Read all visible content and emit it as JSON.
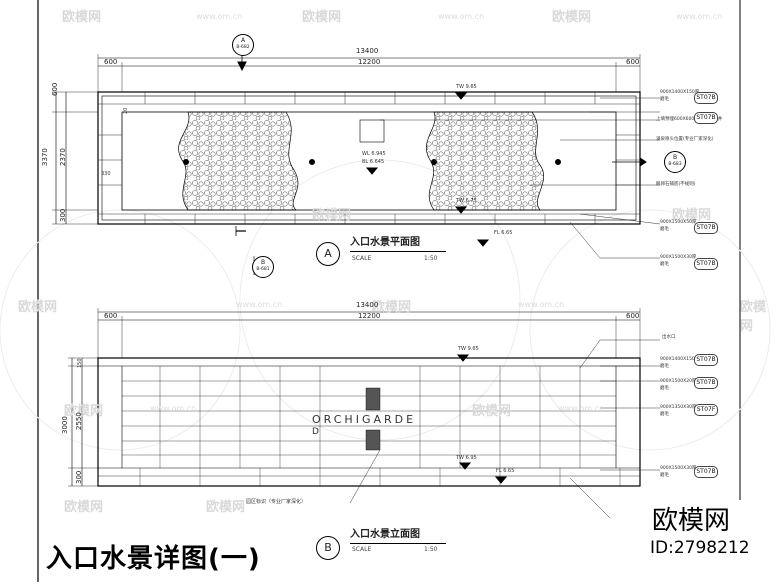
{
  "title": "入口水景详图(一)",
  "brand": {
    "name": "欧模网",
    "id_text": "ID:2798212"
  },
  "watermark": {
    "text": "欧模网",
    "url": "www.om.cn"
  },
  "plan": {
    "label_letter": "A",
    "title": "入口水景平面图",
    "scale_label": "SCALE",
    "scale_value": "1:50",
    "dims": {
      "total": "13400",
      "inner": "12200",
      "side_left": "600",
      "side_right": "600",
      "h_top": "600",
      "h_mid": "2370",
      "h_total": "3370",
      "h_bottom": "300",
      "small_a": "20",
      "small_b": "330"
    },
    "levels": {
      "tw_top": "TW 9.65",
      "wl": "WL 6.945",
      "bl": "BL 6.645",
      "tw_bottom": "TW 6.75",
      "fl": "FL 6.65"
    },
    "tags": [
      "ST07B",
      "ST07B",
      "ST07B",
      "ST07B"
    ],
    "notes": [
      "900X1400X150厚",
      "磨毛",
      "上填预埋600X600X1600设备井",
      "涌泉喷头位置(专业厂家深化)",
      "鹅卵石铺底(不规则)",
      "900X1500X50厚",
      "磨毛",
      "900X1500X30厚",
      "磨毛"
    ],
    "section_marks": [
      {
        "top": "A",
        "bottom": "B-682"
      },
      {
        "top": "B",
        "bottom": "B-683"
      },
      {
        "top": "B",
        "bottom": "B-681"
      }
    ]
  },
  "elevation": {
    "label_letter": "B",
    "title": "入口水景立面图",
    "scale_label": "SCALE",
    "scale_value": "1:50",
    "dims": {
      "total": "13400",
      "inner": "12200",
      "side_left": "600",
      "side_right": "600",
      "h_total": "3000",
      "h_mid": "2550",
      "h_top": "150",
      "h_bottom": "300"
    },
    "levels": {
      "tw_top": "TW 9.65",
      "tw_bottom": "TW 6.95",
      "fl": "FL 6.65"
    },
    "signage_text": "ORCHIGARDE",
    "signage_text_d": "D",
    "signage_note": "园区标识（专业厂家深化）",
    "tags": [
      "ST07B",
      "ST07B",
      "ST07F",
      "ST07B"
    ],
    "notes": [
      "出水口",
      "900X1400X150厚",
      "磨毛",
      "900X1500X20厚",
      "磨毛",
      "900X1350X30厚",
      "磨毛",
      "900X1500X30厚",
      "磨毛"
    ]
  }
}
